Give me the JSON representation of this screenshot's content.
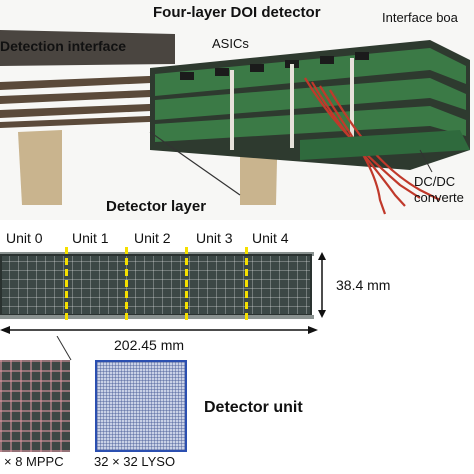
{
  "photo": {
    "title": "Four-layer DOI detector",
    "detection_interface": "Detection interface",
    "interface_board": "Interface boa",
    "asics": "ASICs",
    "dcdc_line1": "DC/DC",
    "dcdc_line2": "converte"
  },
  "layer": {
    "title": "Detector layer",
    "units": [
      "Unit 0",
      "Unit 1",
      "Unit 2",
      "Unit 3",
      "Unit 4"
    ],
    "height_dim": "38.4 mm",
    "width_dim": "202.45 mm"
  },
  "bottom": {
    "mppc_caption": "× 8 MPPC",
    "lyso_caption": "32 × 32 LYSO",
    "unit_label": "Detector unit"
  },
  "colors": {
    "divider": "#f5e000",
    "lyso_border": "#2b4fb0",
    "wires": "#c0392b",
    "pcb": "#2e6b3a"
  }
}
